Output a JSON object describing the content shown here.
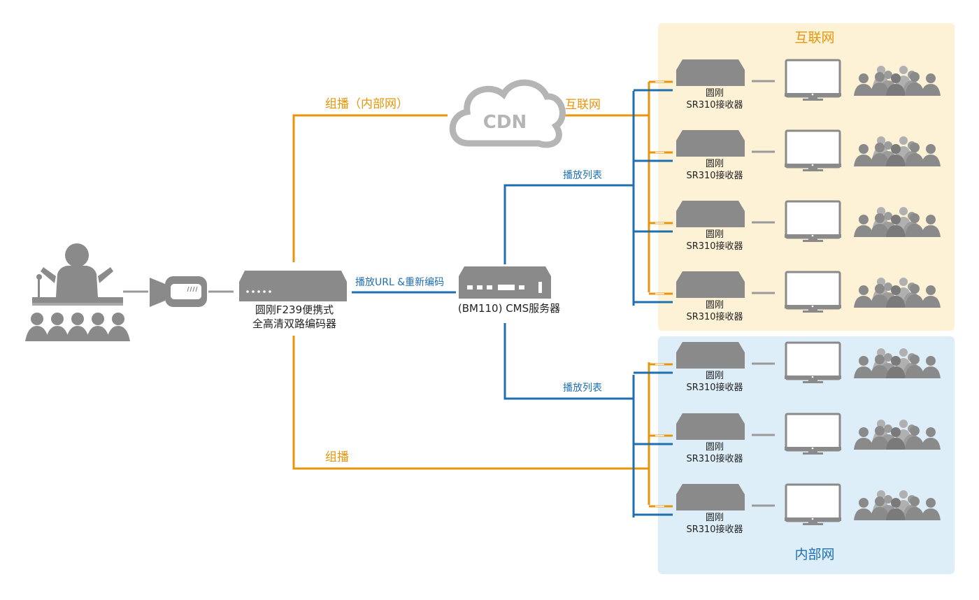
{
  "colors": {
    "orange": "#e8950c",
    "blue": "#1f6fb0",
    "device_gray": "#8a8a8a",
    "device_dark": "#6e6e6e",
    "cloud_gray": "#b5b5b5",
    "internet_zone_bg": "#fdf1d6",
    "intranet_zone_bg": "#deeef9",
    "text_dark": "#222222"
  },
  "icons": {
    "presenter": "presenter-with-audience-icon",
    "camera": "video-camera-icon",
    "encoder": "encoder-device-icon",
    "server": "rack-server-icon",
    "cloud": "cdn-cloud-icon",
    "receiver": "receiver-device-icon",
    "monitor": "monitor-icon",
    "audience": "audience-group-icon"
  },
  "zones": {
    "internet": {
      "label": "互联网"
    },
    "intranet": {
      "label": "内部网"
    }
  },
  "cloud": {
    "label": "CDN"
  },
  "encoder": {
    "line1": "圆刚F239便携式",
    "line2": "全高清双路编码器"
  },
  "server": {
    "label": "(BM110) CMS服务器"
  },
  "links": {
    "multicast_internal": "组播（内部网）",
    "internet": "互联网",
    "playlist_top": "播放列表",
    "playlist_bottom": "播放列表",
    "play_url": "播放URL &重新编码",
    "multicast": "组播"
  },
  "receivers": [
    {
      "line1": "圆刚",
      "line2": "SR310接收器",
      "zone": "internet"
    },
    {
      "line1": "圆刚",
      "line2": "SR310接收器",
      "zone": "internet"
    },
    {
      "line1": "圆刚",
      "line2": "SR310接收器",
      "zone": "internet"
    },
    {
      "line1": "圆刚",
      "line2": "SR310接收器",
      "zone": "internet"
    },
    {
      "line1": "圆刚",
      "line2": "SR310接收器",
      "zone": "intranet"
    },
    {
      "line1": "圆刚",
      "line2": "SR310接收器",
      "zone": "intranet"
    },
    {
      "line1": "圆刚",
      "line2": "SR310接收器",
      "zone": "intranet"
    }
  ]
}
